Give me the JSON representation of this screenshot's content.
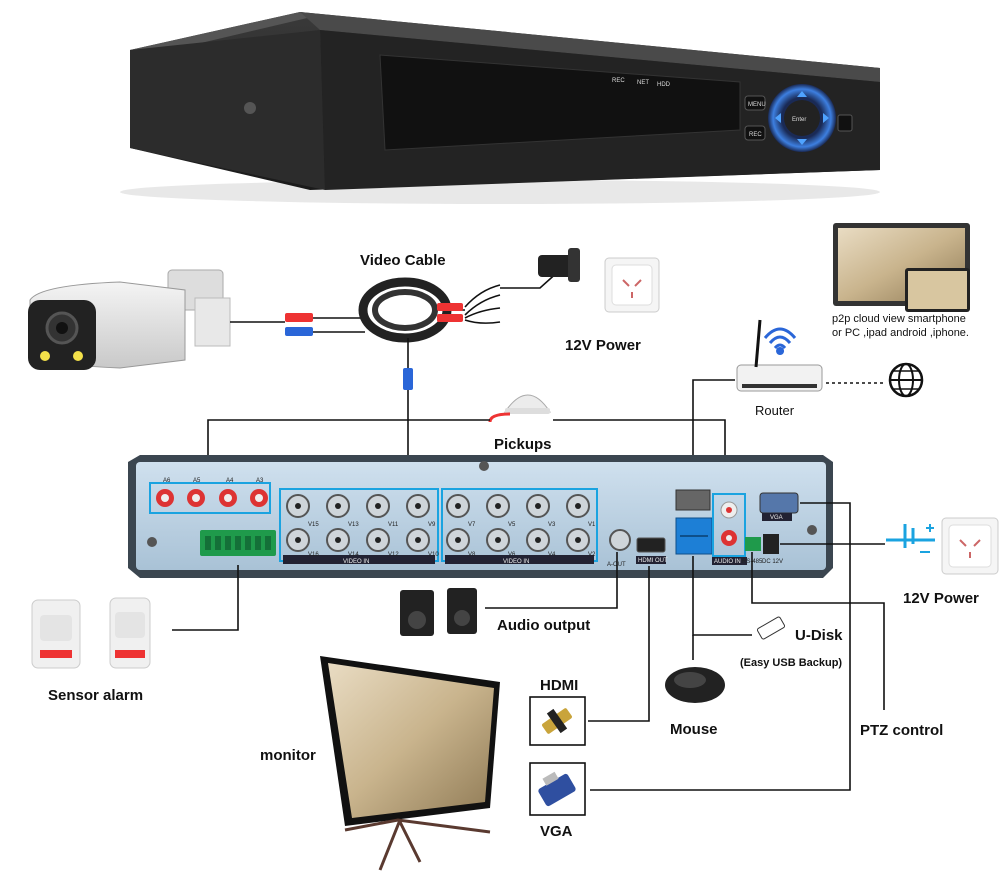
{
  "dvr_front": {
    "indicators": [
      "REC",
      "NET",
      "HDD"
    ],
    "button_labels": [
      "MENU",
      "REC",
      "Enter"
    ]
  },
  "devices": {
    "video_cable": "Video Cable",
    "power_top": "12V Power",
    "cloud_text_1": "p2p cloud view smartphone",
    "cloud_text_2": "or PC ,ipad android ,iphone.",
    "router": "Router",
    "pickups": "Pickups",
    "power_right": "12V Power",
    "audio_output": "Audio output",
    "udisk": "U-Disk",
    "udisk_sub": "(Easy USB Backup)",
    "sensor_alarm": "Sensor alarm",
    "hdmi": "HDMI",
    "mouse": "Mouse",
    "ptz": "PTZ control",
    "monitor": "monitor",
    "vga": "VGA"
  },
  "rear_panel": {
    "audio_in_labels": [
      "A6",
      "A5",
      "A4",
      "A3"
    ],
    "video_in_label": "VIDEO IN",
    "video_in_top_a": [
      "V15",
      "V13",
      "V11",
      "V9"
    ],
    "video_in_bottom_a": [
      "V16",
      "V14",
      "V12",
      "V10"
    ],
    "video_in_top_b": [
      "V7",
      "V5",
      "V3",
      "V1"
    ],
    "video_in_bottom_b": [
      "V8",
      "V6",
      "V4",
      "V2"
    ],
    "aout_label": "A-OUT",
    "hdmi_port_label": "HDMI OUT",
    "audio_in_block": "AUDIO IN",
    "vga_port_label": "VGA",
    "rs485_label": "RS-485",
    "dc_label": "DC 12V"
  }
}
